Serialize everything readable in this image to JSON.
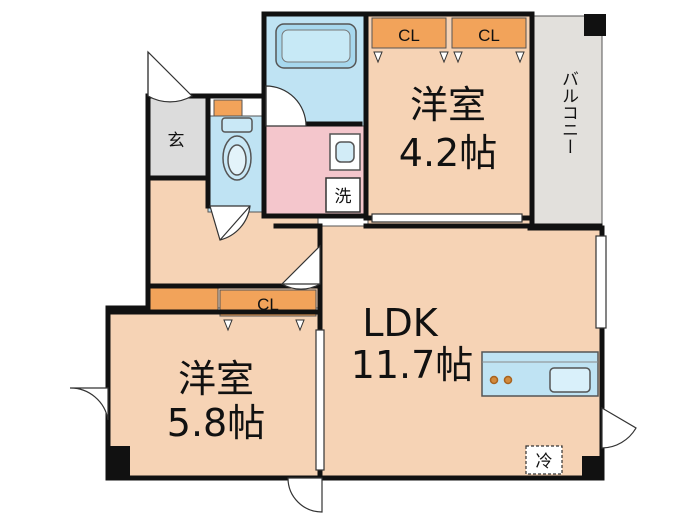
{
  "colors": {
    "room_floor": "#f6d3b5",
    "closet": "#f2a35a",
    "wet_area": "#bfe3f3",
    "washroom": "#f4c6cc",
    "entrance": "#dcdcdc",
    "balcony": "#e2e0dc",
    "wall": "#111111"
  },
  "rooms": {
    "western_top": {
      "name": "洋室",
      "size": "4.2帖"
    },
    "western_bottom": {
      "name": "洋室",
      "size": "5.8帖"
    },
    "ldk": {
      "name": "LDK",
      "size": "11.7帖"
    }
  },
  "labels": {
    "balcony": "バルコニー",
    "entrance": "玄",
    "laundry": "洗",
    "fridge": "冷",
    "closet": "CL"
  }
}
